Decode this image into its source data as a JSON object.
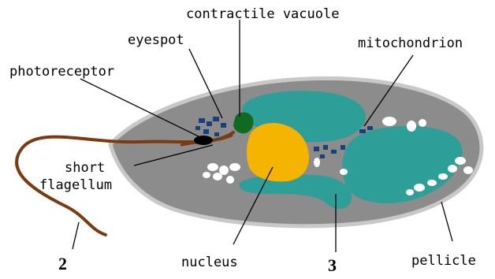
{
  "labels": {
    "contractile_vacuole": "contractile vacuole",
    "eyespot": "eyespot",
    "mitochondrion": "mitochondrion",
    "photoreceptor": "photoreceptor",
    "short": "short",
    "flagellum": "flagellum",
    "nucleus": "nucleus",
    "pellicle": "pellicle",
    "num_2": "2",
    "num_3": "3"
  },
  "colors": {
    "cell_body": "#8c8c8c",
    "outline": "#c8c8c8",
    "mitochondrion": "#2e9e98",
    "nucleus": "#f4b400",
    "contractile_vacuole": "#0f6b1f",
    "granules": "#19407a",
    "flagellum": "#7a3a12",
    "eyespot": "#000000",
    "paramylon": "#ffffff"
  }
}
